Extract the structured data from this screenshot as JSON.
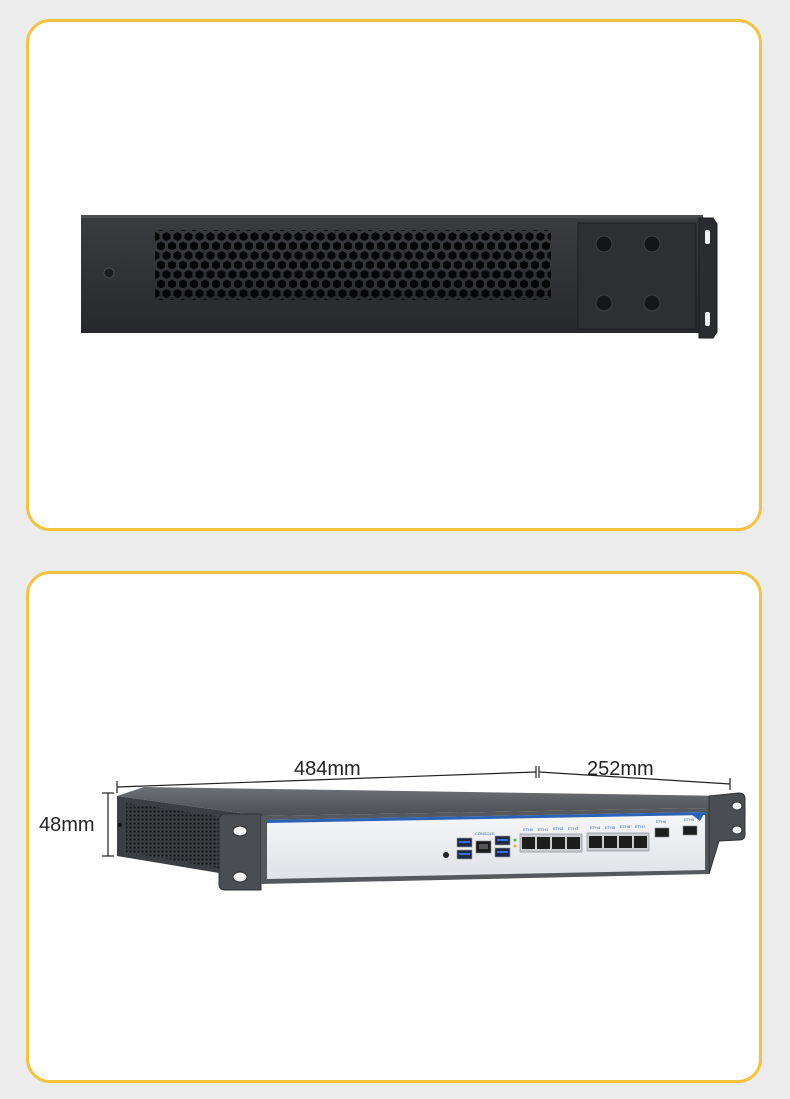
{
  "dimensions": {
    "width": "484mm",
    "depth": "252mm",
    "height": "48mm"
  },
  "front_panel": {
    "console_label": "CONSOLE",
    "eth_labels": [
      "ETH0",
      "ETH1",
      "ETH2",
      "ETH3",
      "ETH4",
      "ETH5",
      "ETH6",
      "ETH7"
    ],
    "sfp_labels": [
      "ETH8",
      "ETH9"
    ]
  },
  "colors": {
    "card_border": "#f5c23e",
    "chassis": "#2b2d30",
    "front_accent": "#2a63b5",
    "background": "#ececec"
  }
}
